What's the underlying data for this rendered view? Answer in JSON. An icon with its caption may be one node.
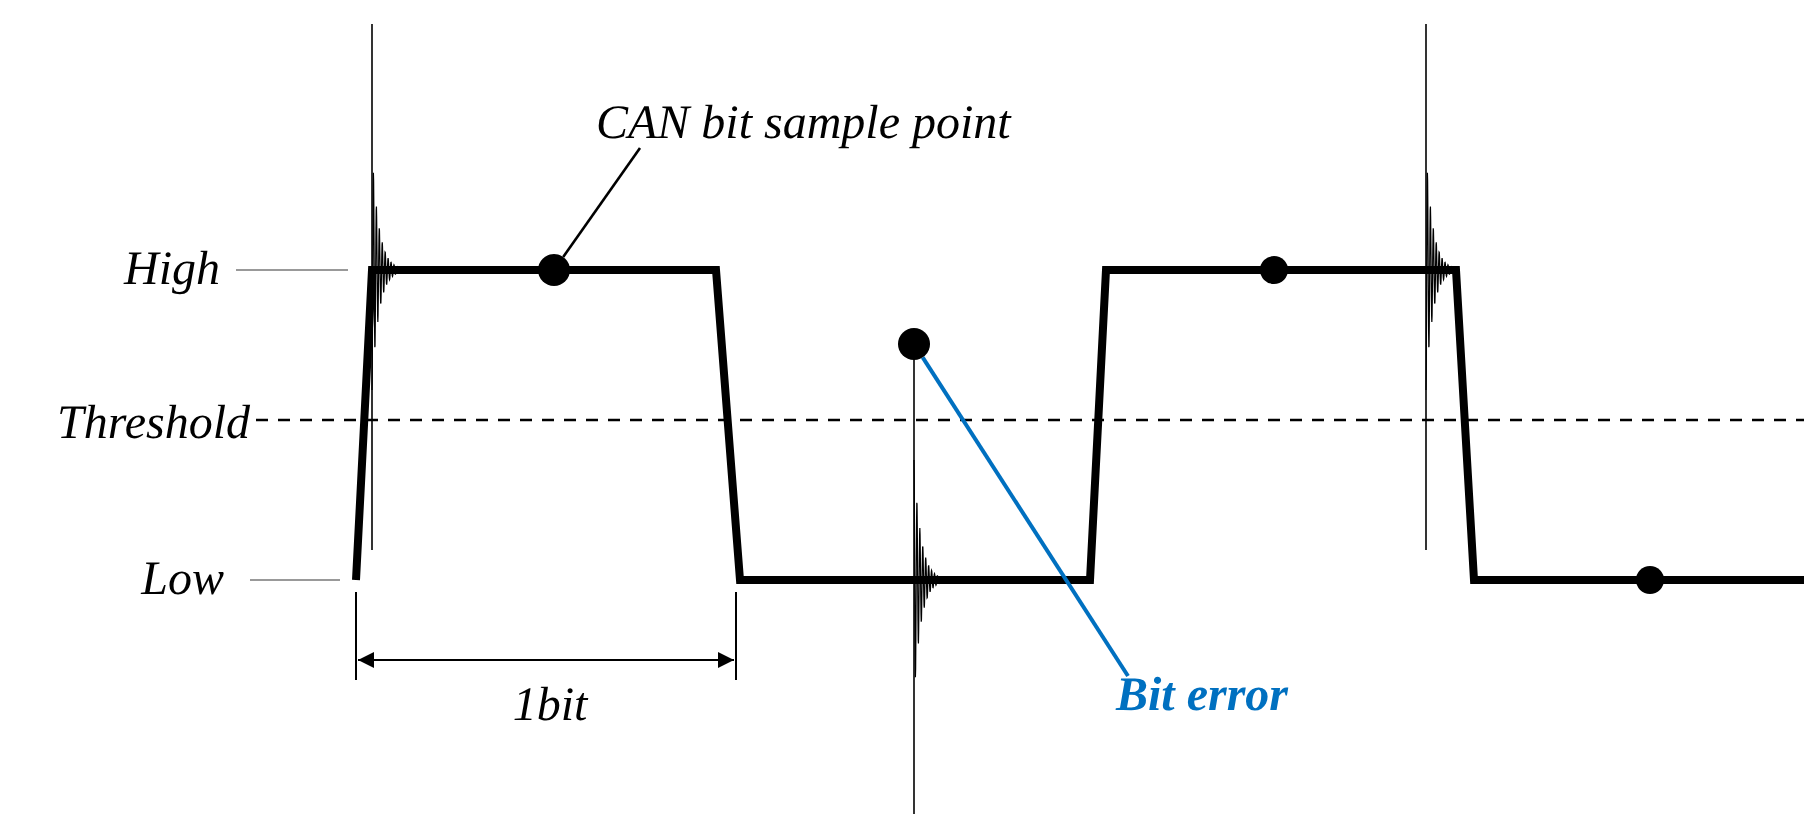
{
  "diagram": {
    "nodes": [
      {
        "text": [
          "CAN bit sample point"
        ]
      },
      {
        "text": [],
        "shape": "circle"
      },
      {
        "text": [
          "Bit error"
        ]
      },
      {
        "text": [],
        "shape": "circle"
      }
    ],
    "edges": [
      {
        "from": 0,
        "to": 1,
        "arrow": "none"
      },
      {
        "from": 2,
        "to": 3,
        "arrow": "none",
        "color": "#0070c0"
      }
    ],
    "labels": [
      "High",
      "Threshold",
      "Low",
      "1bit"
    ]
  }
}
